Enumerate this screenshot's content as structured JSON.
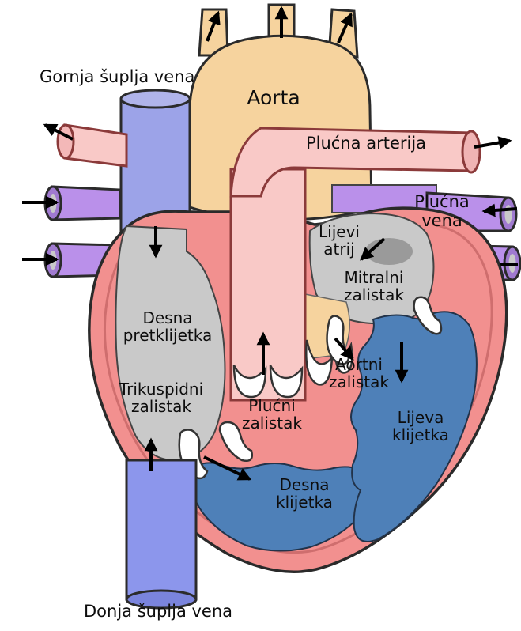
{
  "diagram": {
    "subject": "human-heart-cross-section",
    "language": "Croatian"
  },
  "labels": {
    "superior_vena_cava": "Gornja šuplja vena",
    "aorta": "Aorta",
    "pulmonary_artery": "Plućna arterija",
    "pulmonary_vein": "Plućna\nvena",
    "left_atrium": "Lijevi\natrij",
    "mitral_valve": "Mitralni\nzalistak",
    "right_atrium": "Desna\npretklijetka",
    "tricuspid_valve": "Trikuspidni\nzalistak",
    "pulmonary_valve": "Plućni\nzalistak",
    "aortic_valve": "Aortni\nzalistak",
    "left_ventricle": "Lijeva\nklijetka",
    "right_ventricle": "Desna\nklijetka",
    "inferior_vena_cava": "Donja šuplja vena"
  },
  "colors": {
    "background": "#ffffff",
    "heart_wall": "#F2908F",
    "aorta": "#F6D39E",
    "pulmonary_artery": "#F9C9C7",
    "pulmonary_vein": "#BA90EA",
    "vena_cava_superior": "#9CA3E8",
    "vena_cava_inferior": "#8C96EC",
    "atrium": "#C9C9C9",
    "ventricle": "#4E80B8",
    "valve": "#FFFFFF",
    "outline": "#2B2B2B",
    "arrow": "#000000"
  }
}
